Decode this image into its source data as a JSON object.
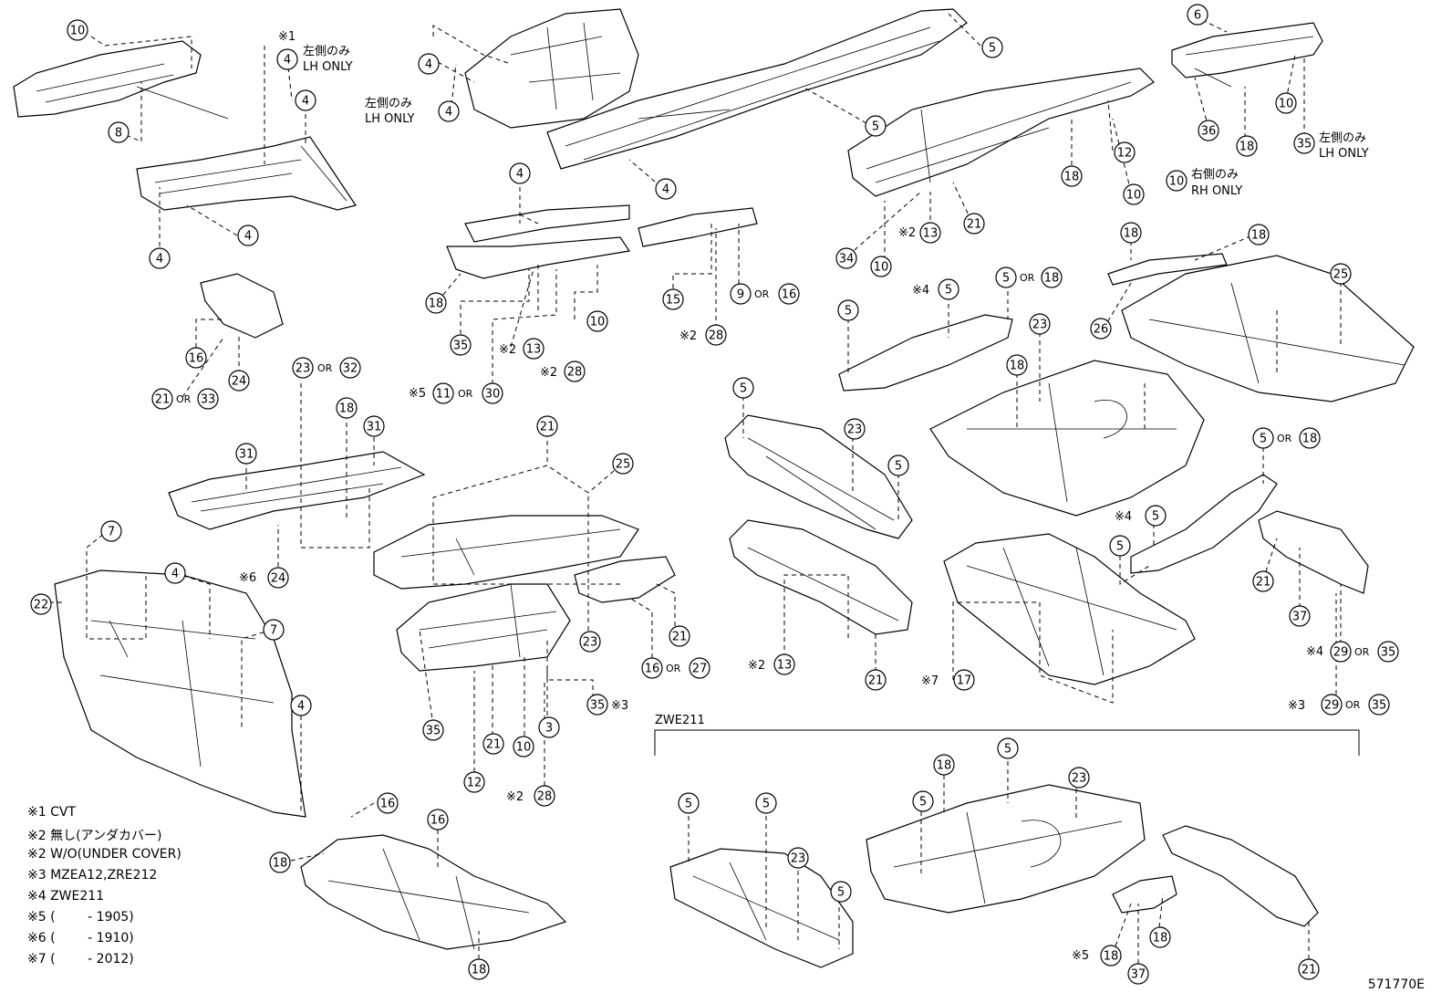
{
  "illustration_code": "571770E",
  "variant_label": "ZWE211",
  "notes": [
    {
      "mark": "※1",
      "text": "CVT"
    },
    {
      "mark": "※2",
      "text": "無し(アンダカバー)"
    },
    {
      "mark": "※2",
      "text": "W/O(UNDER COVER)"
    },
    {
      "mark": "※3",
      "text": "MZEA12,ZRE212"
    },
    {
      "mark": "※4",
      "text": "ZWE211"
    },
    {
      "mark": "※5",
      "text": "(        - 1905)"
    },
    {
      "mark": "※6",
      "text": "(        - 1910)"
    },
    {
      "mark": "※7",
      "text": "(        - 2012)"
    }
  ],
  "annotations": {
    "lh_only_jp": "左側のみ",
    "lh_only_en": "LH ONLY",
    "rh_only_jp": "右側のみ",
    "rh_only_en": "RH ONLY",
    "or": "OR"
  }
}
